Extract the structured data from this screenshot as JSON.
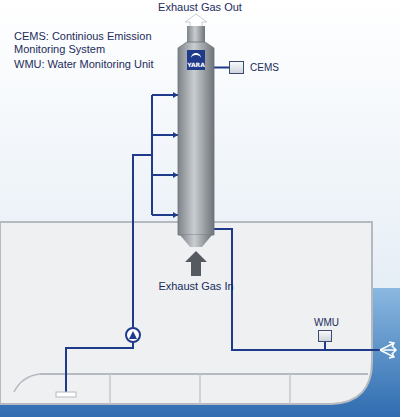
{
  "diagram": {
    "nodes": [
      {
        "text": [
          "YARA"
        ]
      },
      {
        "text": [
          "CEMS"
        ]
      },
      {
        "text": [
          "WMU"
        ]
      }
    ],
    "edges": [
      {
        "from": 0,
        "to": 1,
        "arrow": "none"
      },
      {
        "from": 0,
        "to": 2,
        "arrow": "none"
      }
    ],
    "labels": [
      "CEMS: Continious Emission Monitoring System",
      "WMU: Water Monitoring Unit",
      "Exhaust Gas Out",
      "Exhaust Gas In"
    ]
  }
}
